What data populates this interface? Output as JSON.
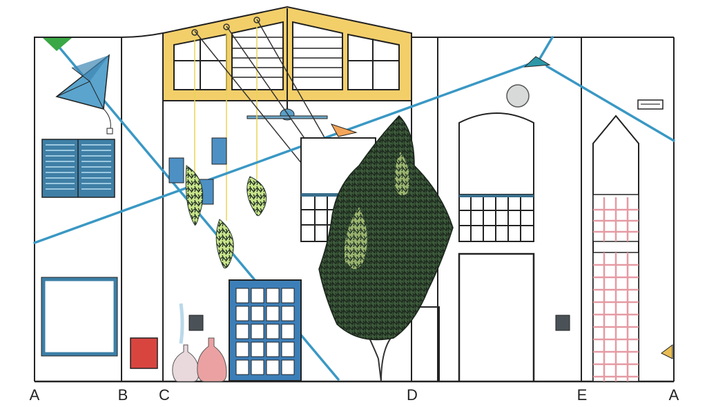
{
  "drawing": {
    "type": "architectural-elevation",
    "section_labels": [
      "A",
      "B",
      "C",
      "D",
      "E",
      "A"
    ]
  },
  "colors": {
    "line": "#222222",
    "sail_blue": "#3a98c4",
    "roof_yellow": "#f3cf6a",
    "shutter_blue": "#3f7fa6",
    "window_blue": "#3c7fb8",
    "grid_pink": "#e59aa3",
    "vase_pink": "#eba1a1",
    "red_panel": "#d8453f",
    "foliage_dark": "#26352a",
    "foliage_light": "#c9e58a",
    "orange_flag": "#f4a559",
    "green_flag": "#3aa845",
    "teal_flag": "#2d97a8",
    "yellow_flag": "#e8bd55"
  }
}
